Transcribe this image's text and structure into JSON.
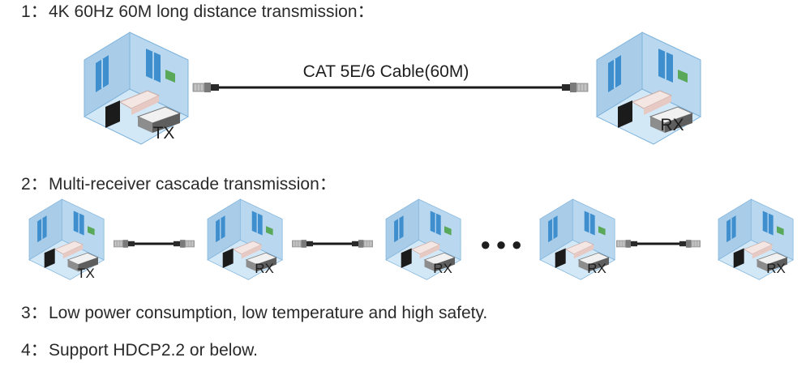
{
  "items": [
    {
      "num": "1：",
      "text": "4K 60Hz 60M long distance transmission："
    },
    {
      "num": "2：",
      "text": "Multi-receiver cascade transmission："
    },
    {
      "num": "3：",
      "text": "Low power consumption, low temperature and high safety."
    },
    {
      "num": "4：",
      "text": "Support HDCP2.2 or below."
    }
  ],
  "diagram1": {
    "cable_label": "CAT 5E/6 Cable(60M)",
    "tx_label": "TX",
    "rx_label": "RX"
  },
  "diagram2": {
    "labels": [
      "TX",
      "RX",
      "RX",
      "RX",
      "RX"
    ],
    "ellipsis": "●●●"
  },
  "colors": {
    "room_wall": "#a9cde9",
    "room_floor": "#c9e2f3",
    "window": "#3f8fcf",
    "cable": "#1a1a1a",
    "plug": "#8a8a8a"
  }
}
